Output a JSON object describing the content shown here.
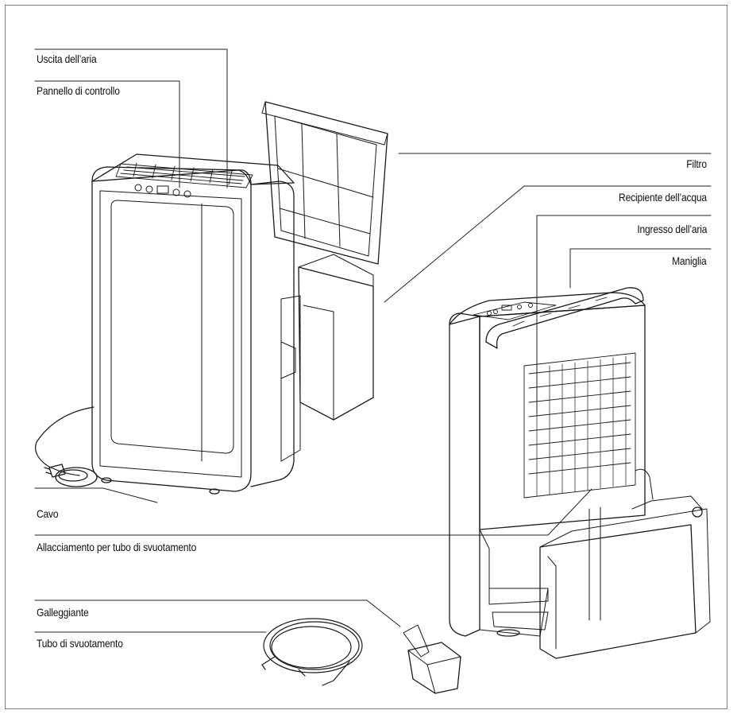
{
  "labels": {
    "air_outlet": "Uscita dell’aria",
    "control_panel": "Pannello di controllo",
    "filter": "Filtro",
    "water_tank": "Recipiente dell’acqua",
    "air_inlet": "Ingresso dell’aria",
    "handle": "Maniglia",
    "cable": "Cavo",
    "drain_connection": "Allacciamento per tubo di svuotamento",
    "float": "Galleggiante",
    "drain_hose": "Tubo di svuotamento"
  }
}
